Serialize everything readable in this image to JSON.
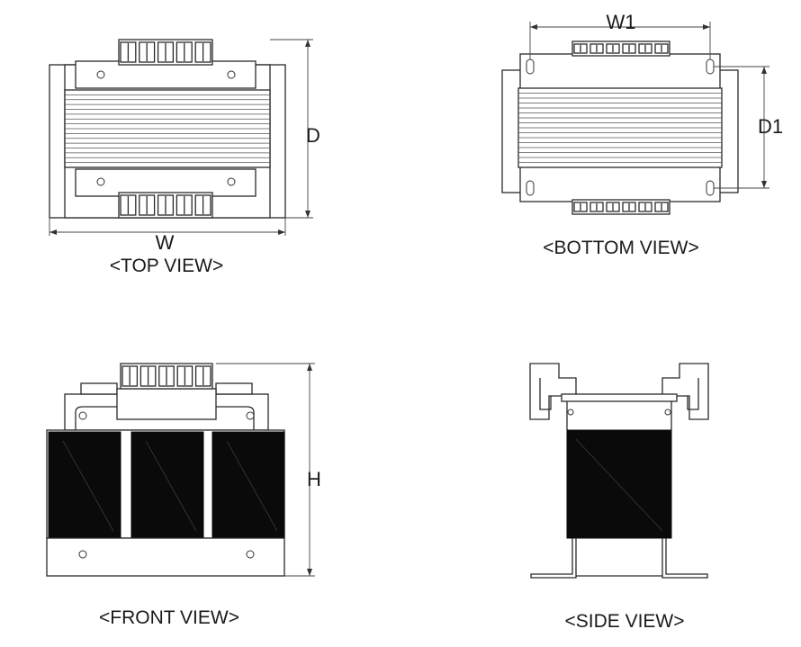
{
  "views": {
    "top": {
      "caption": "<TOP VIEW>",
      "dim_width": "W",
      "dim_depth": "D"
    },
    "bottom": {
      "caption": "<BOTTOM VIEW>",
      "dim_width": "W1",
      "dim_depth": "D1"
    },
    "front": {
      "caption": "<FRONT VIEW>",
      "dim_height": "H"
    },
    "side": {
      "caption": "<SIDE VIEW>"
    }
  }
}
